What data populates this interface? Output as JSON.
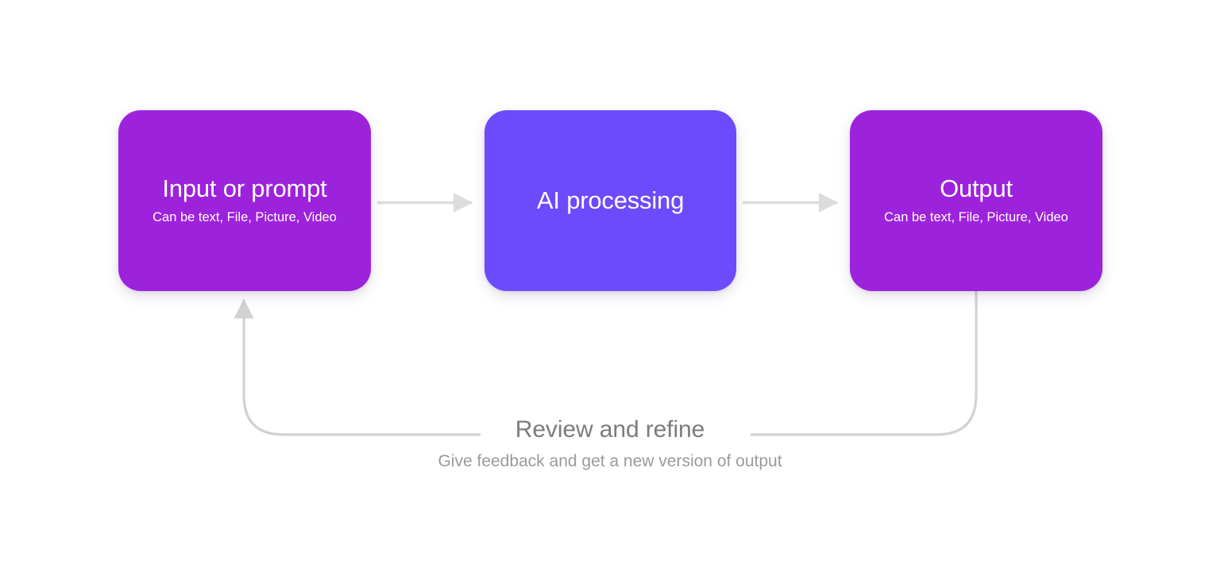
{
  "background_color": "#ffffff",
  "diagram": {
    "type": "flowchart",
    "title": "",
    "stages": [
      {
        "id": "input",
        "title": "Input or prompt",
        "subtitle": "Can be text, File, Picture, Video",
        "color": "#9d22db",
        "text_color": "#ffffff"
      },
      {
        "id": "processing",
        "title": "AI processing",
        "subtitle": "",
        "color": "#6b4bfc",
        "text_color": "#ffffff"
      },
      {
        "id": "output",
        "title": "Output",
        "subtitle": "Can be text, File, Picture, Video",
        "color": "#9d22db",
        "text_color": "#ffffff"
      }
    ],
    "connectors": [
      {
        "id": "input-to-processing",
        "from": "input",
        "to": "processing",
        "style": "straight-arrow",
        "color": "#dcdcdc"
      },
      {
        "id": "processing-to-output",
        "from": "processing",
        "to": "output",
        "style": "straight-arrow",
        "color": "#dcdcdc"
      },
      {
        "id": "output-to-input-feedback",
        "from": "output",
        "to": "input",
        "style": "curved-loop-arrow",
        "color": "#d2d2d2"
      }
    ],
    "feedback": {
      "title": "Review and refine",
      "subtitle": "Give feedback and get a new version of output",
      "title_color": "#7c7c7c",
      "subtitle_color": "#9a9a9a"
    }
  }
}
